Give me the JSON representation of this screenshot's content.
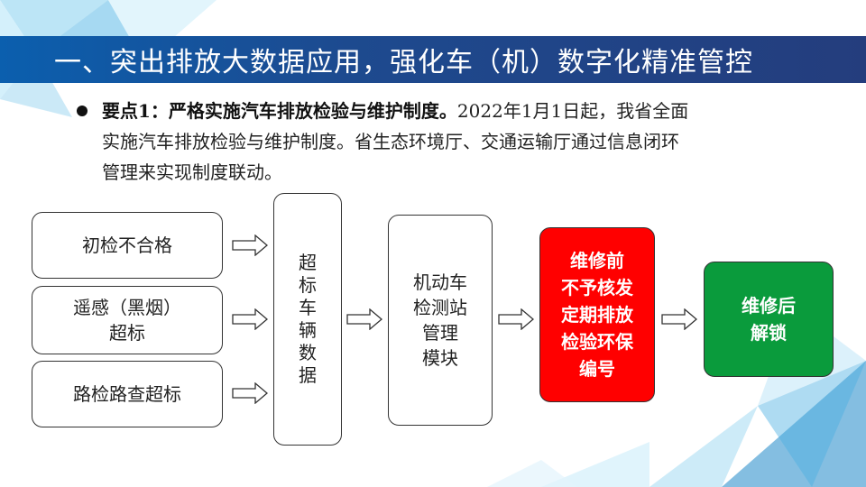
{
  "header": {
    "title": "一、突出排放大数据应用，强化车（机）数字化精准管控"
  },
  "content": {
    "bullet_bold": "要点1：严格实施汽车排放检验与维护制度。",
    "bullet_line1": "2022年1月1日起，我省全面",
    "bullet_line2": "实施汽车排放检验与维护制度。省生态环境厅、交通运输厅通过信息闭环",
    "bullet_line3": "管理来实现制度联动。"
  },
  "flow": {
    "input1": "初检不合格",
    "input2_line1": "遥感（黑烟）",
    "input2_line2": "超标",
    "input3": "路检路查超标",
    "hub_chars": [
      "超",
      "标",
      "车",
      "辆",
      "数",
      "据"
    ],
    "module_line1": "机动车",
    "module_line2": "检测站",
    "module_line3": "管理",
    "module_line4": "模块",
    "red_lines": [
      "维修前",
      "不予核发",
      "定期排放",
      "检验环保",
      "编号"
    ],
    "green_line1": "维修后",
    "green_line2": "解锁"
  },
  "colors": {
    "title_bar": "#1d4a8f",
    "red_box": "#ff0000",
    "green_box": "#0a9b3c"
  }
}
